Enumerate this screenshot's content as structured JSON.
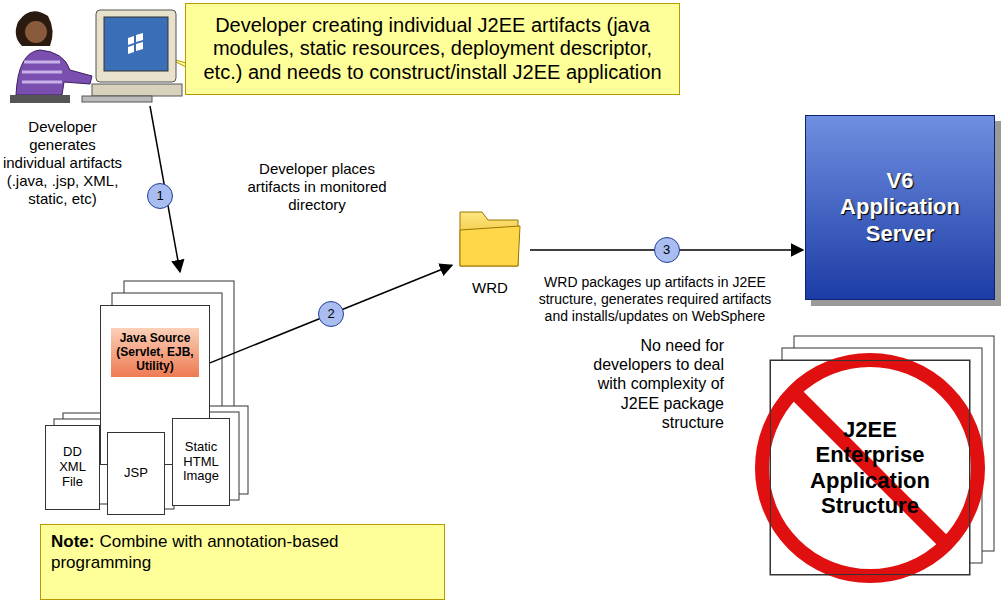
{
  "diagram": {
    "nodes": [
      {
        "text": [
          "Developer creating individual J2EE artifacts (java modules, static resources, deployment descriptor, etc.) and needs to construct/install J2EE application"
        ]
      },
      {
        "text": [
          "Java Source (Servlet, EJB, Utility)"
        ]
      },
      {
        "text": [
          "DD XML File"
        ]
      },
      {
        "text": [
          "JSP"
        ]
      },
      {
        "text": [
          "Static HTML Image"
        ]
      },
      {
        "text": [
          "WRD"
        ]
      },
      {
        "text": [
          "V6 Application Server"
        ]
      },
      {
        "text": [
          "J2EE Enterprise Application Structure"
        ]
      },
      {
        "text": [
          "Note:",
          "Combine with annotation-based programming"
        ]
      }
    ],
    "edges": [
      {
        "from": 1,
        "to": 5,
        "arrow": "to",
        "label": "2"
      },
      {
        "from": 5,
        "to": 6,
        "arrow": "to",
        "label": "3"
      }
    ],
    "labels": [
      "1",
      "Developer generates individual artifacts (.java, .jsp, XML, static, etc)",
      "Developer places artifacts in monitored directory",
      "WRD packages up artifacts in J2EE structure, generates required artifacts and installs/updates on WebSphere",
      "No need for developers to deal with complexity of J2EE package structure"
    ]
  }
}
